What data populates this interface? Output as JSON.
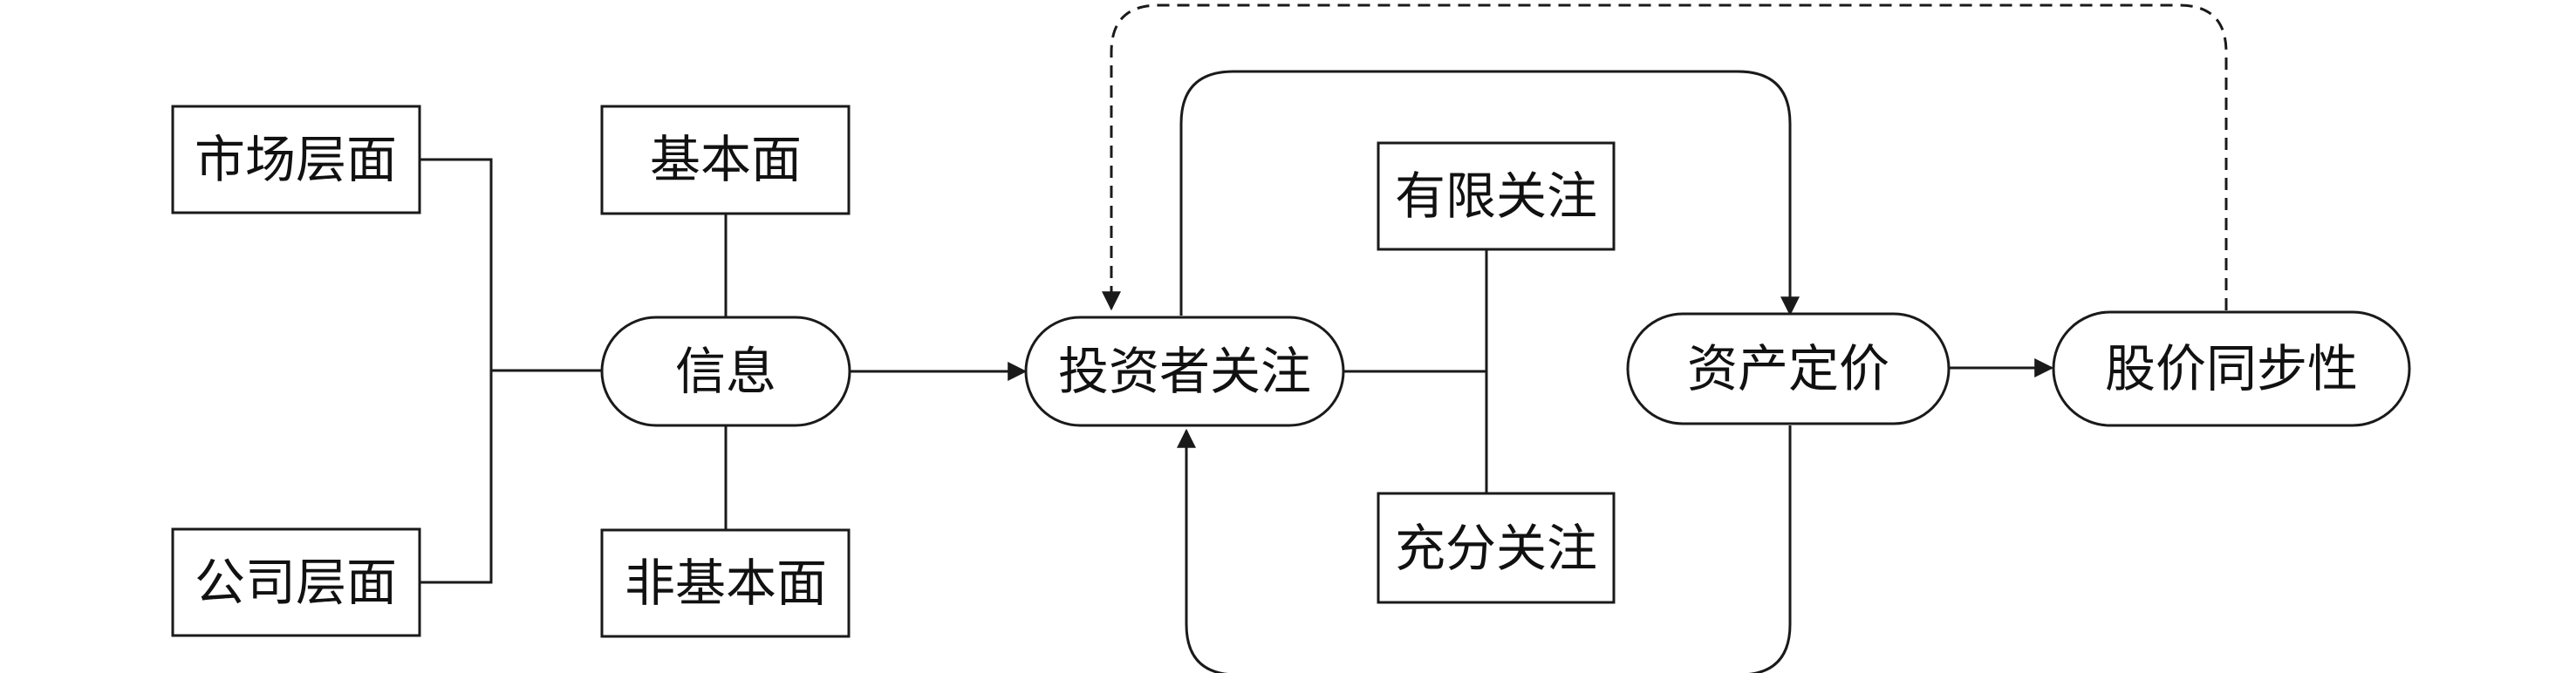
{
  "nodes": {
    "market_level": "市场层面",
    "company_level": "公司层面",
    "fundamental": "基本面",
    "non_fundamental": "非基本面",
    "information": "信息",
    "investor_attention": "投资者关注",
    "limited_attention": "有限关注",
    "full_attention": "充分关注",
    "asset_pricing": "资产定价",
    "stock_synchronicity": "股价同步性"
  }
}
